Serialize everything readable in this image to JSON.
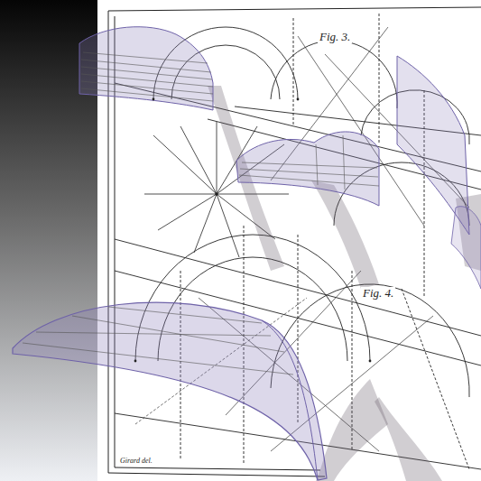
{
  "diagram": {
    "labels": [
      "Fig. 3.",
      "Fig. 4.",
      "Girard del."
    ]
  }
}
